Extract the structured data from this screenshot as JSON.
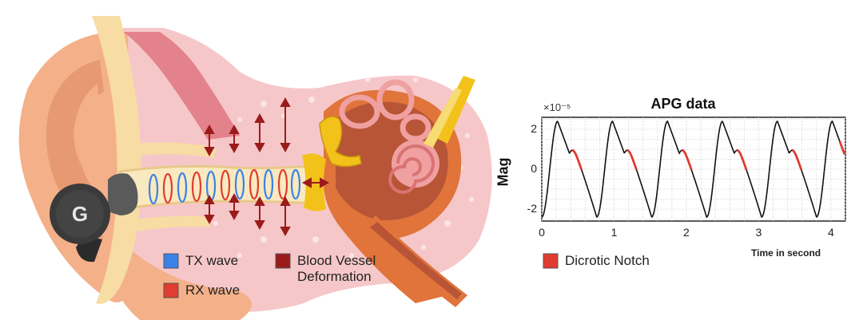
{
  "diagram": {
    "legend": {
      "tx_label": "TX wave",
      "rx_label": "RX wave",
      "blood_label_line1": "Blood Vessel",
      "blood_label_line2": "Deformation",
      "tx_color": "#3b82e8",
      "rx_color": "#e03c31",
      "blood_color": "#9b1b1b"
    },
    "earbud_logo": "G",
    "colors": {
      "skin": "#f4b089",
      "skin_dark": "#e79a72",
      "cartilage": "#f7dca4",
      "tissue": "#f6c7c9",
      "bone": "#e1743b",
      "inner_ear": "#b75536",
      "cochlea": "#f0a0a0",
      "ossicle": "#f2c21b",
      "earbud": "#3a3a3a"
    }
  },
  "apg": {
    "exponent_label": "×10⁻⁵",
    "legend_label": "Dicrotic Notch",
    "notch_color": "#e03c31",
    "line_color": "#111111",
    "chart_data": {
      "type": "line",
      "title": "APG data",
      "xlabel": "Time in second",
      "ylabel": "Mag",
      "xlim": [
        0,
        4.2
      ],
      "ylim": [
        -2.6,
        2.6
      ],
      "x_ticks": [
        0,
        1,
        2,
        3,
        4
      ],
      "y_ticks": [
        -2,
        0,
        2
      ],
      "grid": true,
      "pulse_period_s": 0.76,
      "pulse_peaks_t": [
        0.22,
        0.98,
        1.74,
        2.5,
        3.26,
        4.02
      ],
      "pulse_troughs_t": [
        0.0,
        0.84,
        1.6,
        2.36,
        3.12,
        3.88
      ],
      "peak_value": 2.4,
      "trough_value": -2.4,
      "notch_value": 0.8,
      "series": [
        {
          "name": "Dicrotic Notch",
          "segments_t": [
            [
              0.42,
              0.55
            ],
            [
              1.18,
              1.31
            ],
            [
              1.94,
              2.07
            ],
            [
              2.7,
              2.83
            ],
            [
              3.46,
              3.59
            ],
            [
              4.12,
              4.2
            ]
          ]
        }
      ]
    }
  }
}
